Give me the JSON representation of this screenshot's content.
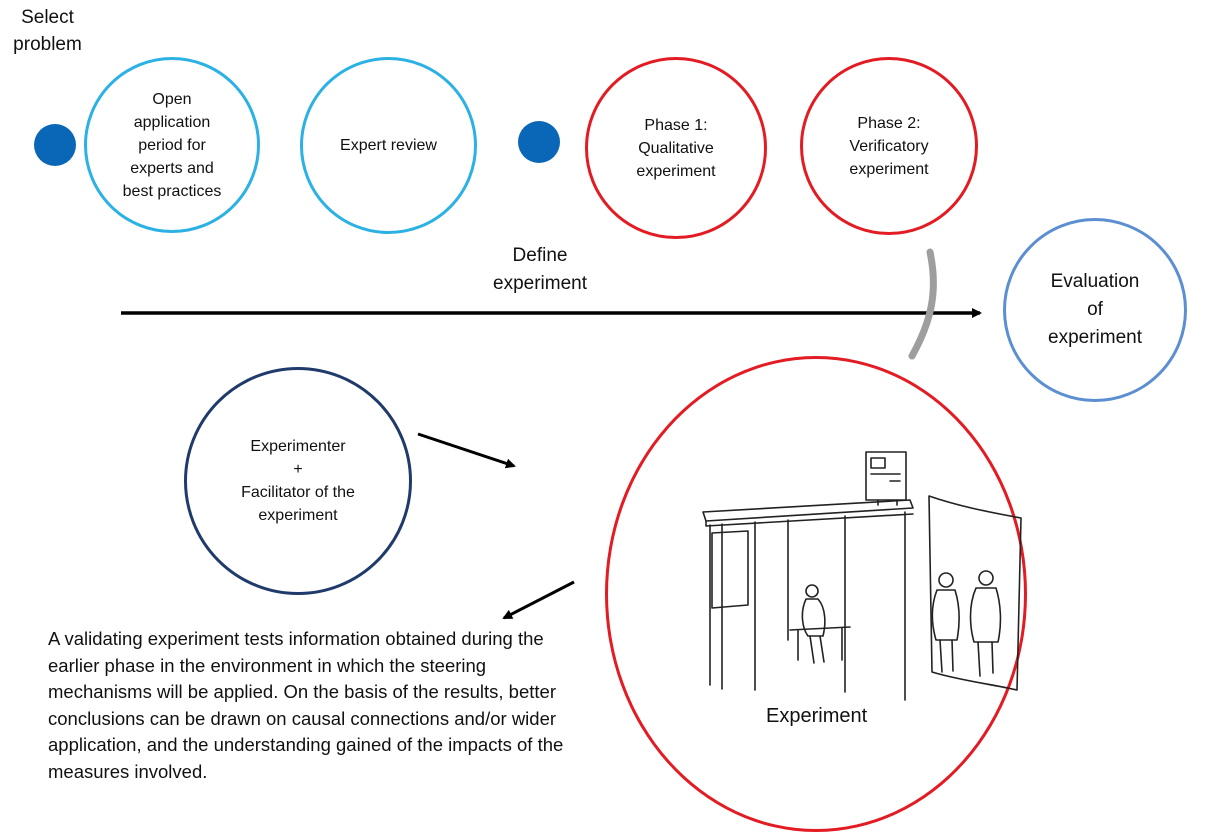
{
  "labels": {
    "select_problem": "Select\nproblem",
    "define_experiment": "Define\nexperiment"
  },
  "circles": {
    "open_application": "Open\napplication\nperiod for\nexperts and\nbest practices",
    "expert_review": "Expert review",
    "phase1": "Phase 1:\nQualitative\nexperiment",
    "phase2": "Phase 2:\nVerificatory\nexperiment",
    "evaluation": "Evaluation\nof\nexperiment",
    "experimenter": "Experimenter\n+\nFacilitator of the\nexperiment",
    "experiment": "Experiment"
  },
  "description": "A validating experiment tests information obtained during the earlier phase in the environment in which the steering mechanisms will be applied. On the basis of the results, better conclusions can be drawn on causal connections and/or wider application, and the understanding gained of the impacts of the measures involved.",
  "colors": {
    "cyan": "#2cb1e5",
    "red": "#e31b23",
    "light_blue": "#5b8fd2",
    "navy": "#1f3a6b",
    "dot": "#0a66b7",
    "connector": "#9e9e9e"
  },
  "illustration": {
    "icon": "bus-stop-sketch-icon"
  }
}
